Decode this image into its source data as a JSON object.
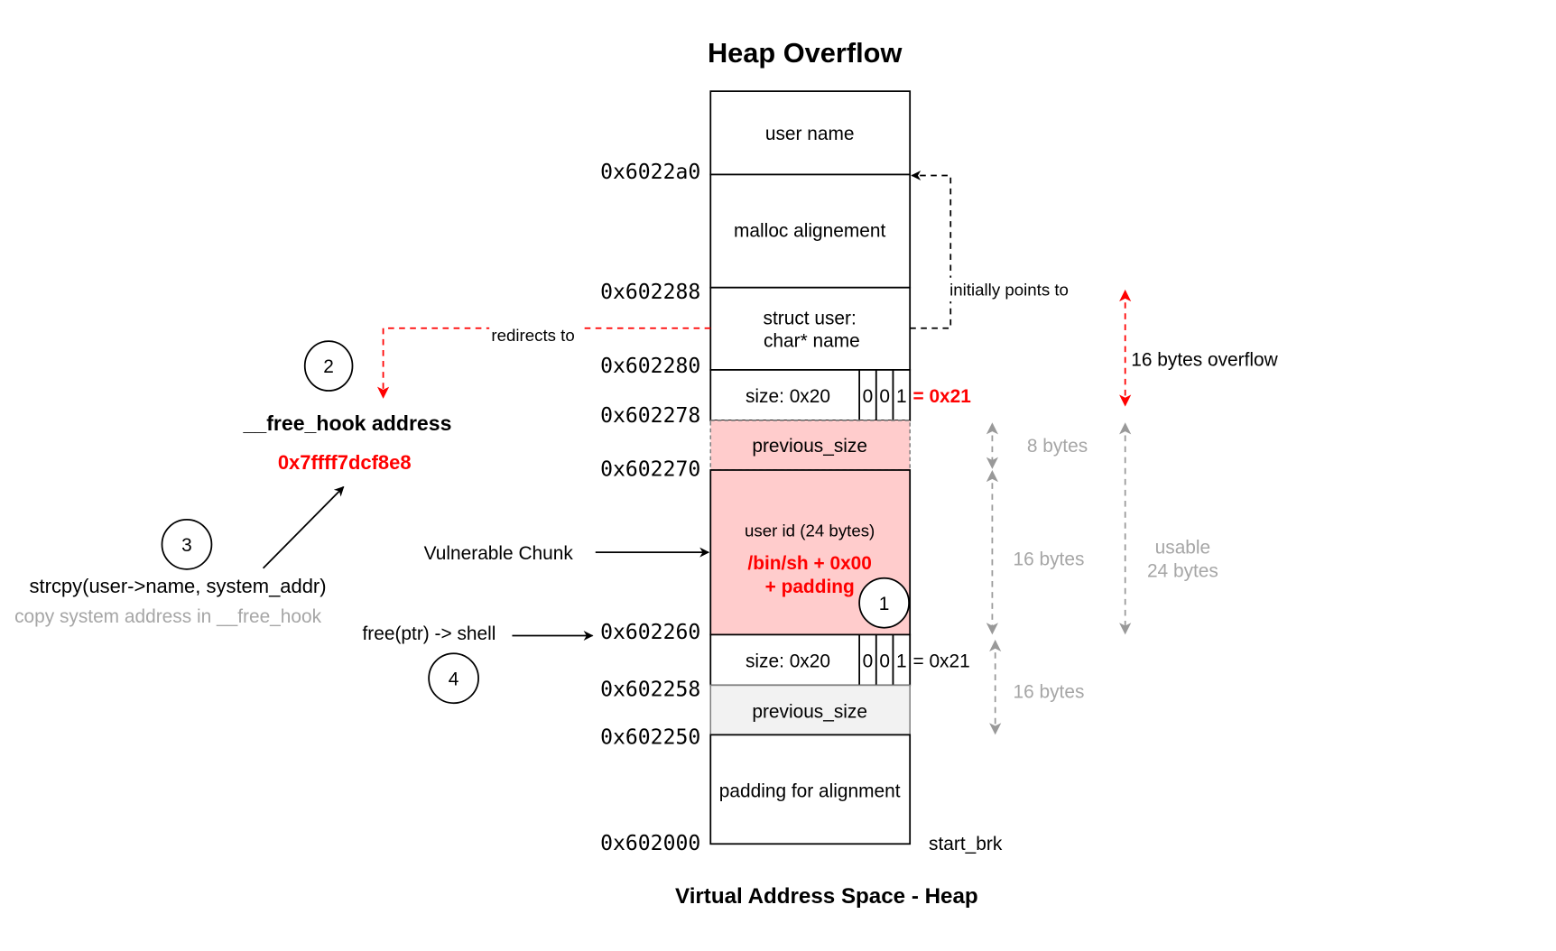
{
  "diagram": {
    "title": "Heap Overflow",
    "footer": "Virtual Address Space - Heap",
    "colors": {
      "accent_red": "#ff0000",
      "chunk_fill": "#ffcccc",
      "prev_size_fill": "#f2f2f2",
      "annotation_grey": "#a6a6a6"
    },
    "heap_blocks": [
      {
        "label": "user name"
      },
      {
        "label": "malloc alignement"
      },
      {
        "label_line1": "struct user:",
        "label_line2": "char* name"
      },
      {
        "label": "size: 0x20",
        "bits": [
          "0",
          "0",
          "1"
        ],
        "equals": "= 0x21"
      },
      {
        "label": "previous_size"
      },
      {
        "label": "user id (24 bytes)",
        "payload_line1": "/bin/sh + 0x00",
        "payload_line2": "+ padding"
      },
      {
        "label": "size: 0x20",
        "bits": [
          "0",
          "0",
          "1"
        ],
        "equals": "= 0x21"
      },
      {
        "label": "previous_size"
      },
      {
        "label": "padding for alignment"
      }
    ],
    "addresses": [
      "0x6022a0",
      "0x602288",
      "0x602280",
      "0x602278",
      "0x602270",
      "0x602260",
      "0x602258",
      "0x602250",
      "0x602000"
    ],
    "start_brk": "start_brk",
    "annotations": {
      "initially_points_to": "initially points to",
      "redirects_to": "redirects to",
      "overflow": "16 bytes overflow",
      "eight_bytes": "8 bytes",
      "sixteen_bytes_a": "16 bytes",
      "sixteen_bytes_b": "16 bytes",
      "usable_line1": "usable",
      "usable_line2": "24 bytes",
      "vulnerable_chunk": "Vulnerable Chunk",
      "free_hook_title": "__free_hook address",
      "free_hook_addr": "0x7ffff7dcf8e8",
      "strcpy": "strcpy(user->name, system_addr)",
      "strcpy_note": "copy system address in __free_hook",
      "free_shell": "free(ptr) -> shell"
    },
    "steps": [
      "1",
      "2",
      "3",
      "4"
    ]
  }
}
